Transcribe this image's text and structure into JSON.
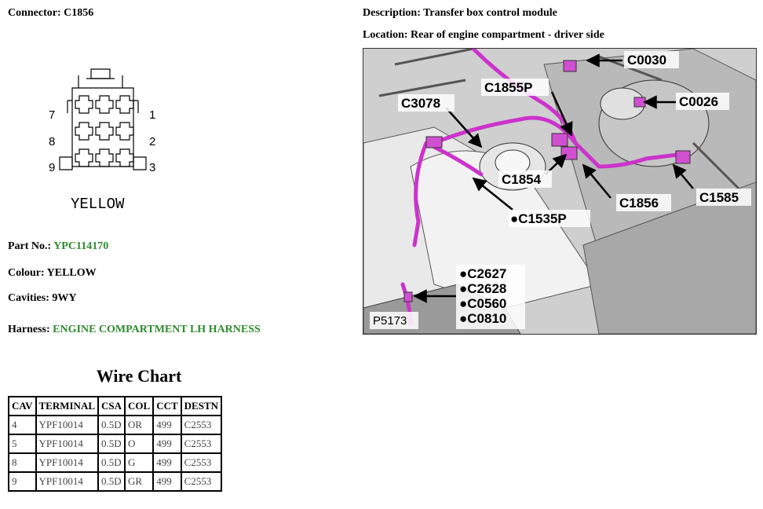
{
  "header": {
    "connector": "Connector: C1856",
    "description": "Description: Transfer box control module",
    "location": "Location: Rear of engine compartment - driver side"
  },
  "connector_diagram": {
    "pin_labels_left": [
      "7",
      "8",
      "9"
    ],
    "pin_labels_right": [
      "1",
      "2",
      "3"
    ],
    "colour_caption": "YELLOW"
  },
  "details": {
    "part_label": "Part No.:",
    "part_value": "YPC114170",
    "colour": "Colour: YELLOW",
    "cavities": "Cavities: 9WY",
    "harness_label": "Harness:",
    "harness_value": "ENGINE COMPARTMENT LH HARNESS",
    "accent_color": "#2e8b2e"
  },
  "wire_chart": {
    "title": "Wire Chart",
    "headers": [
      "CAV",
      "TERMINAL",
      "CSA",
      "COL",
      "CCT",
      "DESTN"
    ],
    "rows": [
      [
        "4",
        "YPF10014",
        "0.5D",
        "OR",
        "499",
        "C2553"
      ],
      [
        "5",
        "YPF10014",
        "0.5D",
        "O",
        "499",
        "C2553"
      ],
      [
        "8",
        "YPF10014",
        "0.5D",
        "G",
        "499",
        "C2553"
      ],
      [
        "9",
        "YPF10014",
        "0.5D",
        "GR",
        "499",
        "C2553"
      ]
    ]
  },
  "location_image": {
    "callouts": [
      "C0030",
      "C1855P",
      "C0026",
      "C3078",
      "C1854",
      "C1856",
      "C1585",
      "●C1535P",
      "●C2627",
      "●C2628",
      "●C0560",
      "●C0810"
    ],
    "plate": "P5173",
    "harness_color": "#cc33cc"
  }
}
